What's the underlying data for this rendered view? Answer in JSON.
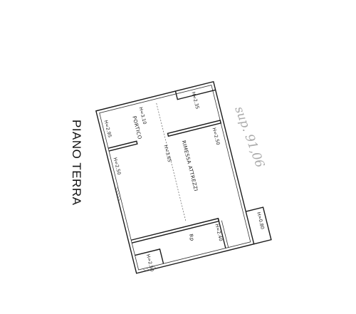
{
  "title": "PIANO TERRA",
  "handwritten_note": "sup. 91,06",
  "rooms": {
    "portico": "PORTICO",
    "rimessa": "RIMESSA ATTREZZI",
    "rp": "Rp"
  },
  "heights": {
    "top_corner": "H=2.35",
    "left_top": "H=2.95",
    "portico": "H=3.10",
    "right_upper": "H=2.50",
    "left_mid": "H=2.50",
    "center": "H=3.65",
    "bottom_mid": "H=2.40",
    "right_lower": "H=0.80",
    "bottom_left": "H=2.50"
  }
}
